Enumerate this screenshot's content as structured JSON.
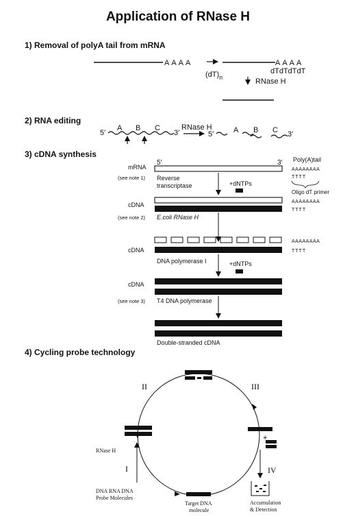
{
  "title": "Application of RNase H",
  "s1": {
    "heading": "1) Removal of polyA tail from mRNA",
    "polyA_left": "AAAA",
    "polyA_right": "AAAA",
    "oligo": "dTdTdTdT",
    "dt": "(dT)",
    "dt_sub": "n",
    "enzyme": "RNase H"
  },
  "s2": {
    "heading": "2) RNA editing",
    "five": "5′",
    "three": "3′",
    "a": "A",
    "b": "B",
    "c": "C",
    "enzyme": "RNase H"
  },
  "s3": {
    "heading": "3) cDNA synthesis",
    "five": "5′",
    "three": "3′",
    "polyA_tail": "Poly(A)tail",
    "oligo_primer": "Oligo dT primer",
    "mrna": "mRNA",
    "note1": "(see note 1)",
    "rt1": "Reverse",
    "rt2": "transcriptase",
    "dntps1": "+dNTPs",
    "cdna1": "cDNA",
    "note2": "(see note 2)",
    "ecoli": "E.coli RNase H",
    "cdna2": "cDNA",
    "pol1": "DNA polymerase I",
    "dntps2": "+dNTPs",
    "cdna3": "cDNA",
    "note3": "(see note 3)",
    "t4": "T4 DNA polymerase",
    "ds": "Double-stranded cDNA",
    "a_row": "AAAAAAAA",
    "t_row": "TTTT"
  },
  "s4": {
    "heading": "4) Cycling probe technology",
    "r1": "I",
    "r2": "II",
    "r3": "III",
    "r4": "IV",
    "rnase": "RNase H",
    "probe1": "DNA RNA DNA",
    "probe2": "Probe Molecules",
    "target1": "Target DNA",
    "target2": "molecule",
    "accum1": "Accumulation",
    "accum2": "& Detection",
    "plus": "+"
  }
}
